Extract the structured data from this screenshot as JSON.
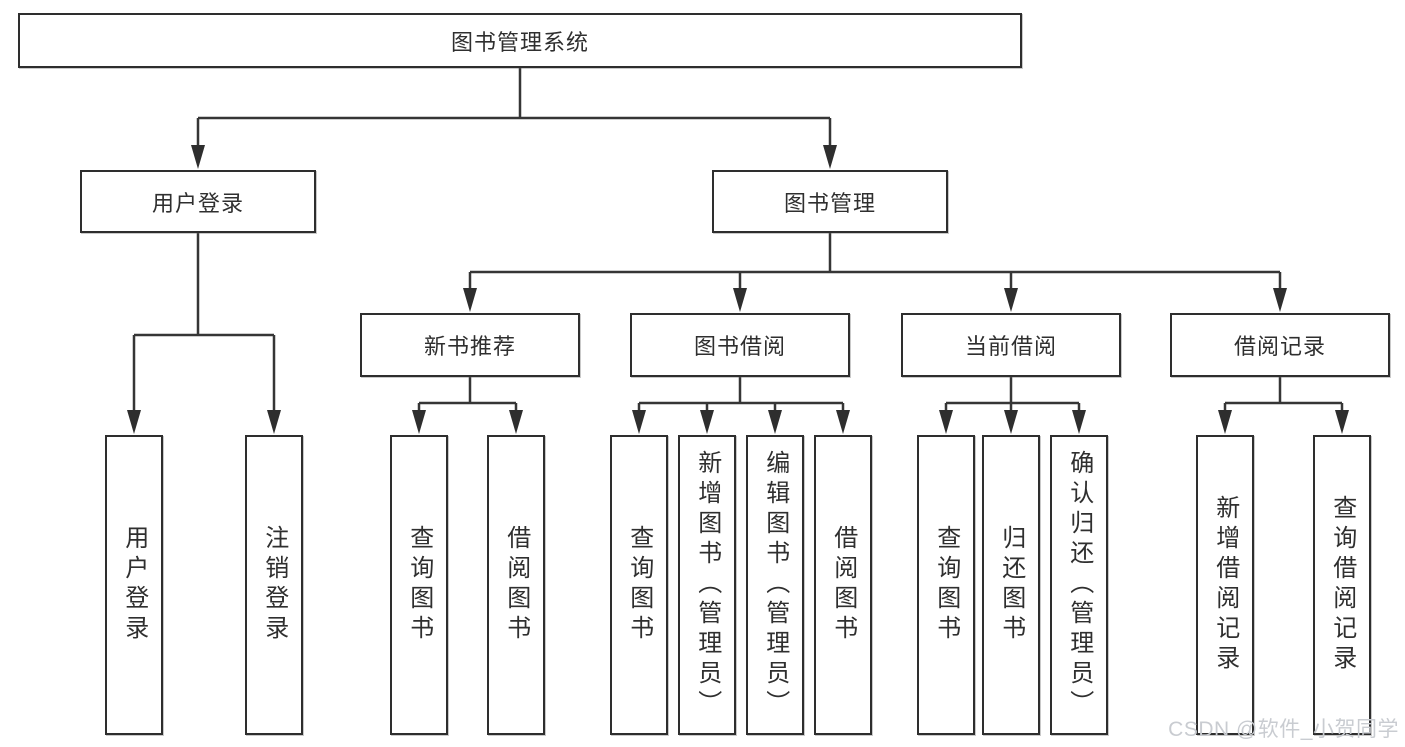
{
  "title": "图书管理系统",
  "watermark": "CSDN @软件_小贺同学",
  "colors": {
    "line": "#363636",
    "box_border": "#2e2e2e",
    "text": "#2f2f2f",
    "background": "#ffffff",
    "watermark": "#c9ccd1"
  },
  "diagram": {
    "type": "hierarchy-tree",
    "root": {
      "label": "图书管理系统"
    },
    "branches": [
      {
        "label": "用户登录",
        "children": [
          {
            "label": "用户登录"
          },
          {
            "label": "注销登录"
          }
        ]
      },
      {
        "label": "图书管理",
        "children": [
          {
            "label": "新书推荐",
            "children": [
              {
                "label": "查询图书"
              },
              {
                "label": "借阅图书"
              }
            ]
          },
          {
            "label": "图书借阅",
            "children": [
              {
                "label": "查询图书"
              },
              {
                "label": "新增图书（管理员）"
              },
              {
                "label": "编辑图书（管理员）"
              },
              {
                "label": "借阅图书"
              }
            ]
          },
          {
            "label": "当前借阅",
            "children": [
              {
                "label": "查询图书"
              },
              {
                "label": "归还图书"
              },
              {
                "label": "确认归还（管理员）"
              }
            ]
          },
          {
            "label": "借阅记录",
            "children": [
              {
                "label": "新增借阅记录"
              },
              {
                "label": "查询借阅记录"
              }
            ]
          }
        ]
      }
    ]
  }
}
